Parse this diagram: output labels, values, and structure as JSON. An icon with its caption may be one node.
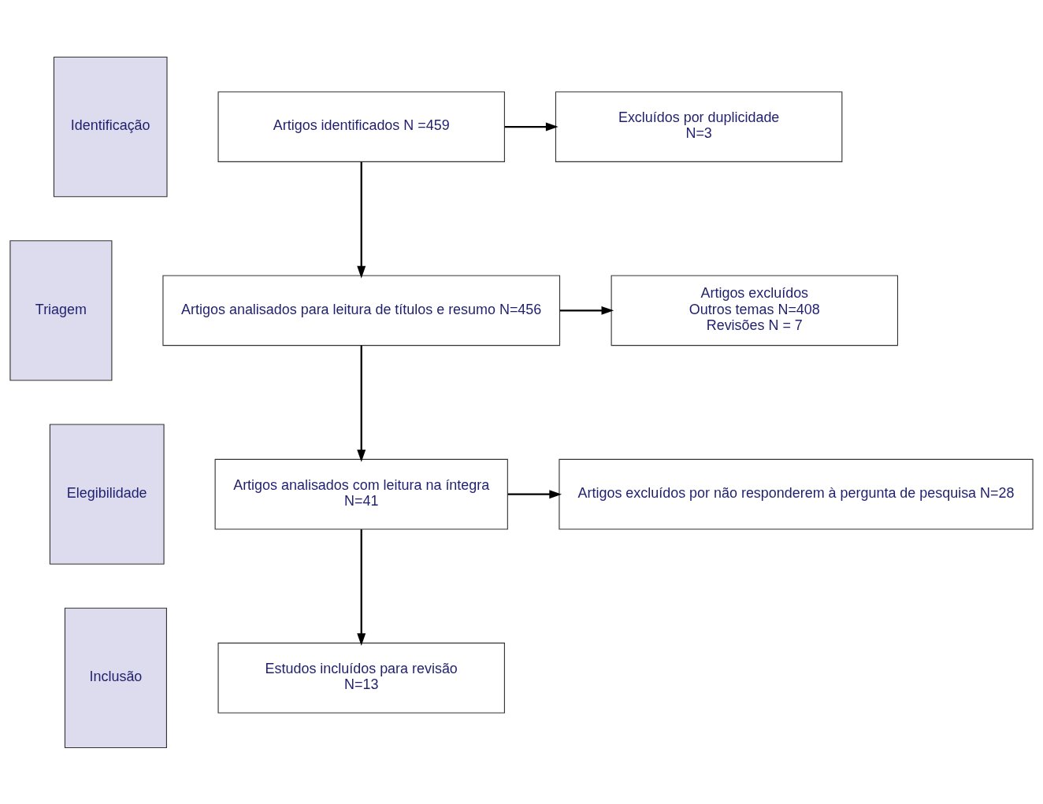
{
  "diagram": {
    "nodes": [
      {
        "text": [
          "Identificação"
        ]
      },
      {
        "text": [
          "Artigos identificados N =459"
        ]
      },
      {
        "text": [
          "Excluídos por duplicidade",
          "N=3"
        ]
      },
      {
        "text": [
          "Triagem"
        ]
      },
      {
        "text": [
          "Artigos analisados para leitura de títulos e resumo N=456"
        ]
      },
      {
        "text": [
          "Artigos excluídos",
          "Outros temas N=408",
          "Revisões N = 7"
        ]
      },
      {
        "text": [
          "Elegibilidade"
        ]
      },
      {
        "text": [
          "Artigos analisados com leitura na íntegra",
          "N=41"
        ]
      },
      {
        "text": [
          "Artigos excluídos por não responderem à pergunta de pesquisa N=28"
        ]
      },
      {
        "text": [
          "Inclusão"
        ]
      },
      {
        "text": [
          "Estudos incluídos para revisão",
          "N=13"
        ]
      }
    ],
    "edges": [
      {
        "from": 1,
        "to": 2,
        "arrow": "to"
      },
      {
        "from": 1,
        "to": 4,
        "arrow": "to"
      },
      {
        "from": 4,
        "to": 5,
        "arrow": "to"
      },
      {
        "from": 4,
        "to": 7,
        "arrow": "to"
      },
      {
        "from": 7,
        "to": 8,
        "arrow": "to"
      },
      {
        "from": 7,
        "to": 10,
        "arrow": "to"
      }
    ]
  }
}
